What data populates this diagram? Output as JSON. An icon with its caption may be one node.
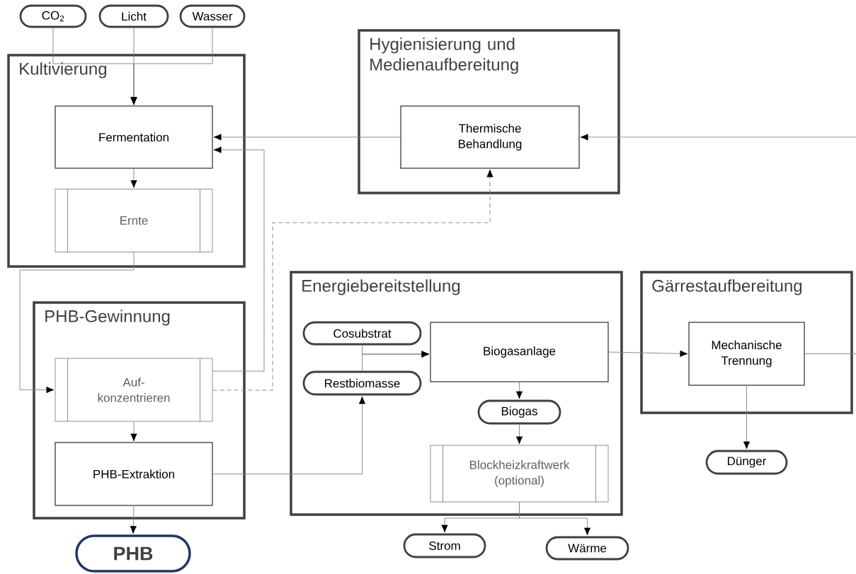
{
  "diagram": {
    "nodes": [
      {
        "text": [
          "CO$_{2}$"
        ]
      },
      {
        "text": [
          "Licht"
        ]
      },
      {
        "text": [
          "Wasser"
        ]
      },
      {
        "text": [
          "Kultivierung"
        ]
      },
      {
        "text": [
          "Fermentation"
        ],
        "in": 3
      },
      {
        "text": [
          "Ernte"
        ],
        "in": 3
      },
      {
        "text": [
          "Hygienisierung und Medienaufbereitung"
        ]
      },
      {
        "text": [
          "Thermische Behandlung"
        ],
        "in": 6
      },
      {
        "text": [
          "PHB-Gewinnung"
        ]
      },
      {
        "text": [
          "Auf- konzentrieren"
        ],
        "in": 8
      },
      {
        "text": [
          "PHB-Extraktion"
        ],
        "in": 8
      },
      {
        "text": [
          "PHB"
        ]
      },
      {
        "text": [
          "Energiebereitstellung"
        ]
      },
      {
        "text": [
          "Cosubstrat"
        ],
        "in": 12
      },
      {
        "text": [
          "Restbiomasse"
        ],
        "in": 12
      },
      {
        "text": [
          "Biogasanlage"
        ],
        "in": 12
      },
      {
        "text": [
          "Biogas"
        ],
        "in": 12
      },
      {
        "text": [
          "Blockheizkraftwerk (optional)"
        ],
        "in": 12
      },
      {
        "text": [
          "Gärrestaufbereitung"
        ]
      },
      {
        "text": [
          "Mechanische Trennung"
        ],
        "in": 18
      },
      {
        "text": [
          "Dünger"
        ]
      },
      {
        "text": [
          "Strom"
        ]
      },
      {
        "text": [
          "Wärme"
        ]
      }
    ],
    "edges": [
      {
        "from": 0,
        "to": 4,
        "arrow": "to"
      },
      {
        "from": 1,
        "to": 4,
        "arrow": "to"
      },
      {
        "from": 2,
        "to": 4,
        "arrow": "to"
      },
      {
        "from": 4,
        "to": 5,
        "arrow": "to"
      },
      {
        "from": 5,
        "to": 9,
        "arrow": "to"
      },
      {
        "from": 9,
        "to": 4,
        "arrow": "to"
      },
      {
        "from": 9,
        "to": 7,
        "arrow": "to",
        "style": "dashed"
      },
      {
        "from": 7,
        "to": 4,
        "arrow": "to"
      },
      {
        "from": null,
        "to": 7,
        "arrow": "to"
      },
      {
        "from": 9,
        "to": 10,
        "arrow": "to"
      },
      {
        "from": 10,
        "to": 14,
        "arrow": "to"
      },
      {
        "from": 10,
        "to": 11,
        "arrow": "to"
      },
      {
        "from": 13,
        "to": 15,
        "arrow": "to"
      },
      {
        "from": 14,
        "to": 15,
        "arrow": "to"
      },
      {
        "from": 15,
        "to": 19,
        "arrow": "to"
      },
      {
        "from": 19,
        "to": null,
        "arrow": "none"
      },
      {
        "from": 15,
        "to": 16,
        "arrow": "to"
      },
      {
        "from": 16,
        "to": 17,
        "arrow": "to"
      },
      {
        "from": 17,
        "to": 21,
        "arrow": "to"
      },
      {
        "from": 17,
        "to": 22,
        "arrow": "to"
      },
      {
        "from": 19,
        "to": 20,
        "arrow": "to"
      }
    ]
  }
}
